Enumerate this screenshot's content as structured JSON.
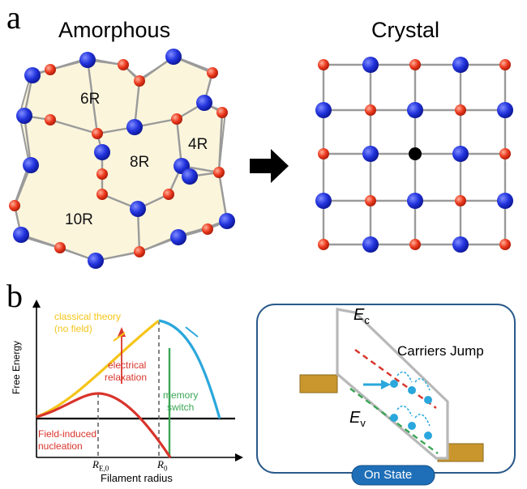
{
  "panel_a": {
    "letter": "a",
    "left_title": "Amorphous",
    "right_title": "Crystal",
    "rings": [
      "6R",
      "8R",
      "4R",
      "10R"
    ]
  },
  "panel_b": {
    "letter": "b",
    "energy_plot": {
      "y_label": "Free Energy",
      "x_label": "Filament radius",
      "tick_re0": "R",
      "tick_re0_sub": "E,0",
      "tick_r0": "R",
      "tick_r0_sub": "0",
      "classical_line1": "classical theory",
      "classical_line2": "(no field)",
      "electrical_line1": "electrical",
      "electrical_line2": "relaxation",
      "memory_line1": "memory",
      "memory_line2": "switch",
      "field_line1": "Field-induced",
      "field_line2": "nucleation"
    },
    "band_diagram": {
      "ec": "E",
      "ec_sub": "c",
      "ev": "E",
      "ev_sub": "v",
      "carriers": "Carriers Jump",
      "state": "On State"
    }
  },
  "colors": {
    "atom_red": "#e8331c",
    "atom_blue": "#1f2fd6",
    "amorphous_fill": "#fbf5dc",
    "bond": "#9a9a9a",
    "yellow_curve": "#f5c518",
    "red_curve": "#d9342b",
    "blue_curve": "#2aa7dc",
    "green_line": "#3aa655",
    "electrode": "#c8962c",
    "state_badge": "#1e6fb8"
  }
}
